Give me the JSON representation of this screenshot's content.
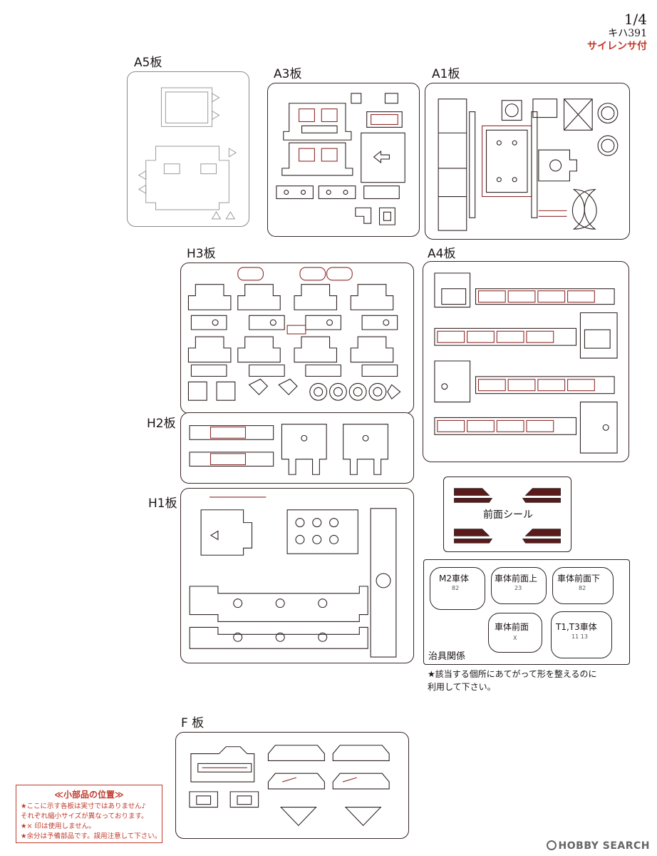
{
  "header": {
    "page_number": "1/4",
    "model": "キハ391",
    "variant": "サイレンサ付"
  },
  "sheets": {
    "a5": "A5板",
    "a3": "A3板",
    "a1": "A1板",
    "h3": "H3板",
    "a4": "A4板",
    "h2": "H2板",
    "h1": "H1板",
    "f": "F 板"
  },
  "sticker": {
    "label": "前面シール"
  },
  "jigs": {
    "section_label": "治具関係",
    "items": [
      {
        "label": "M2車体",
        "code": "82"
      },
      {
        "label": "車体前面上",
        "code": "23"
      },
      {
        "label": "車体前面下",
        "code": "82"
      },
      {
        "label": "車体前面",
        "code": "X"
      },
      {
        "label": "T1,T3車体",
        "code": "11 13"
      }
    ],
    "instruction_lines": [
      "★該当する個所にあてがって形を整えるのに",
      "利用して下さい。"
    ]
  },
  "notes": {
    "title": "≪小部品の位置≫",
    "lines": [
      "★ここに示す各板は実寸ではありません♪",
      "それぞれ縮小サイズが異なっております。",
      "★× 印は使用しません。",
      "★余分は予備部品です。誤用注意して下さい。"
    ]
  },
  "watermark": {
    "text": "HOBBY SEARCH",
    "icon": "hobby-search-logo-icon"
  },
  "colors": {
    "part_outline": "#8e2a2a",
    "note_red": "#c0392b",
    "sticker_fill": "#5a1a1a"
  }
}
